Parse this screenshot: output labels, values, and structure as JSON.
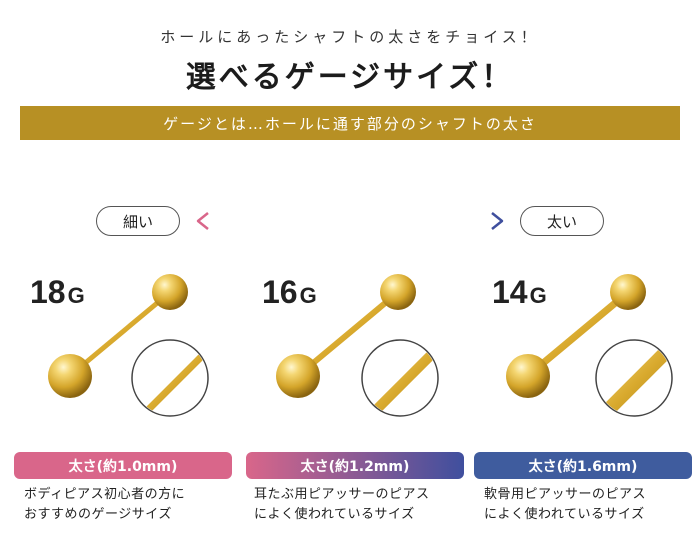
{
  "header": {
    "subtitle": "ホールにあったシャフトの太さをチョイス！",
    "title": "選べるゲージサイズ！",
    "banner": "ゲージとは…ホールに通す部分のシャフトの太さ"
  },
  "scale": {
    "thin_label": "細い",
    "thick_label": "太い"
  },
  "gauges": [
    {
      "number": "18",
      "unit": "G",
      "thickness_label": "太さ(約1.0mm)",
      "description_line1": "ボディピアス初心者の方に",
      "description_line2": "おすすめのゲージサイズ",
      "bar_color": "#d9668a"
    },
    {
      "number": "16",
      "unit": "G",
      "thickness_label": "太さ(約1.2mm)",
      "description_line1": "耳たぶ用ピアッサーのピアス",
      "description_line2": "によく使われているサイズ",
      "bar_color": "#7a5ea0"
    },
    {
      "number": "14",
      "unit": "G",
      "thickness_label": "太さ(約1.6mm)",
      "description_line1": "軟骨用ピアッサーのピアス",
      "description_line2": "によく使われているサイズ",
      "bar_color": "#3f5c9e"
    }
  ],
  "colors": {
    "banner": "#b79024",
    "gold": "#e0b73a",
    "arrow_start": "#d9668a",
    "arrow_end": "#3f4f9e"
  }
}
